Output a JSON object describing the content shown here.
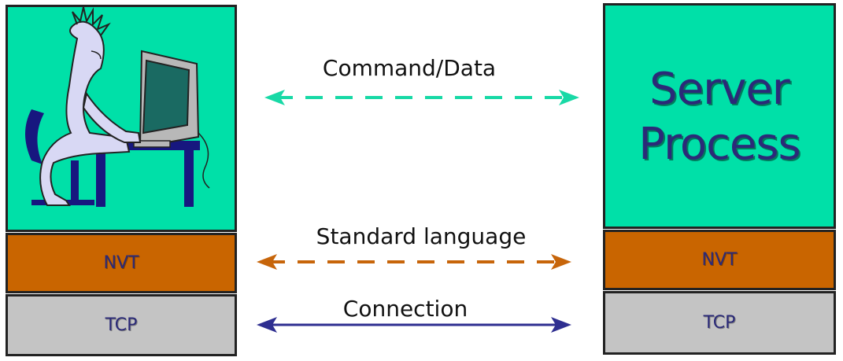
{
  "client": {
    "layer_nvt": "NVT",
    "layer_tcp": "TCP",
    "illustration": "person-at-computer-icon"
  },
  "server": {
    "line1": "Server",
    "line2": "Process",
    "layer_nvt": "NVT",
    "layer_tcp": "TCP"
  },
  "links": [
    {
      "label": "Command/Data",
      "color": "#18d9a6",
      "style": "dashed"
    },
    {
      "label": "Standard language",
      "color": "#c7650a",
      "style": "dashed"
    },
    {
      "label": "Connection",
      "color": "#2e2e90",
      "style": "solid"
    }
  ],
  "colors": {
    "app_box": "#00e0a8",
    "nvt_box": "#c96500",
    "tcp_box": "#c4c4c4",
    "label": "#2b2a78"
  }
}
